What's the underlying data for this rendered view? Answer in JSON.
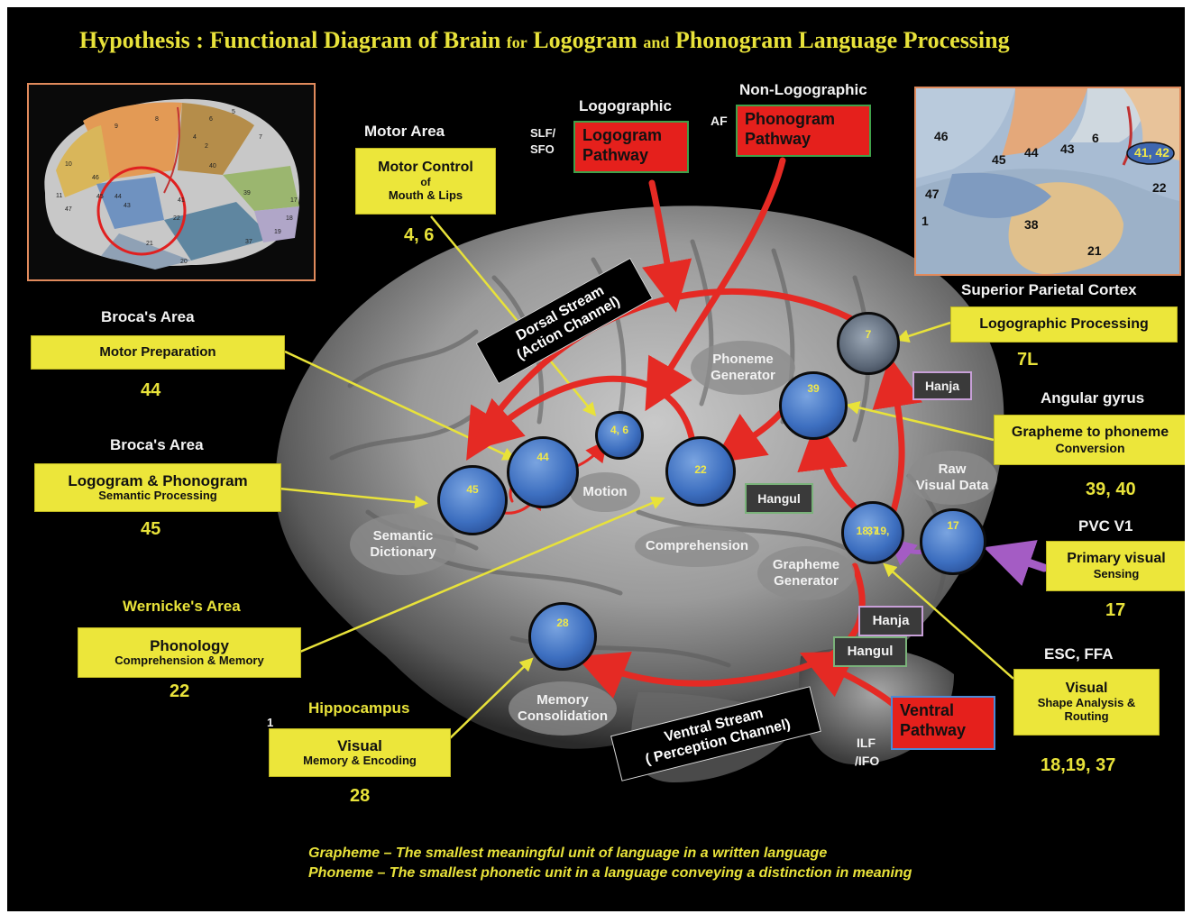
{
  "title": {
    "part1": "Hypothesis : Functional Diagram of Brain",
    "part2": "for",
    "part3": "Logogram",
    "part4": "and",
    "part5": "Phonogram Language Processing"
  },
  "colors": {
    "yellow": "#e8e23a",
    "red_arrow": "#e52a24",
    "purple_arrow": "#a45cc4",
    "node_blue": "#3d6fc0"
  },
  "inset_left": {
    "region_labels": [
      "9",
      "8",
      "4",
      "6",
      "10",
      "46",
      "45",
      "44",
      "43",
      "41",
      "40",
      "39",
      "22",
      "21",
      "20",
      "37",
      "19",
      "18",
      "17",
      "11",
      "47",
      "2",
      "5",
      "7"
    ]
  },
  "inset_right": {
    "labels": {
      "l46": "46",
      "l44": "44",
      "l43": "43",
      "l6": "6",
      "l45": "45",
      "l4142": "41, 42",
      "l47": "47",
      "l1": "1",
      "l22": "22",
      "l38": "38",
      "l21": "21"
    }
  },
  "labels": {
    "motor_area": "Motor Area",
    "slf": "SLF/",
    "sfo": "SFO",
    "logographic": "Logographic",
    "af": "AF",
    "non_logographic": "Non-Logographic",
    "superior_parietal": "Superior Parietal Cortex",
    "brocas_area": "Broca's Area",
    "brocas_area2": "Broca's Area",
    "wernickes_area": "Wernicke's Area",
    "hippocampus": "Hippocampus",
    "angular_gyrus": "Angular gyrus",
    "pvc_v1": "PVC   V1",
    "esc_ffa": "ESC, FFA",
    "ilf": "ILF",
    "ifo": "/IFO",
    "stray_1": "1"
  },
  "numbers": {
    "n46": "4, 6",
    "n44": "44",
    "n45": "45",
    "n22": "22",
    "n28": "28",
    "n7l": "7L",
    "n3940": "39, 40",
    "n17": "17",
    "n181937": "18,19, 37"
  },
  "boxes": {
    "motor_control": {
      "l1": "Motor Control",
      "l2": "of",
      "l3": "Mouth & Lips"
    },
    "motor_prep": {
      "l1": "Motor Preparation"
    },
    "semantic": {
      "l1": "Logogram & Phonogram",
      "l2": "Semantic Processing"
    },
    "phonology": {
      "l1": "Phonology",
      "l2": "Comprehension & Memory"
    },
    "visual_memory": {
      "l1": "Visual",
      "l2": "Memory & Encoding"
    },
    "logographic_proc": {
      "l1": "Logographic Processing"
    },
    "g2p": {
      "l1": "Grapheme to phoneme",
      "l2": "Conversion"
    },
    "primary_visual": {
      "l1": "Primary visual",
      "l2": "Sensing"
    },
    "visual_shape": {
      "l1": "Visual",
      "l2": "Shape Analysis &",
      "l3": "Routing"
    }
  },
  "red_boxes": {
    "logogram": {
      "l1": "Logogram",
      "l2": "Pathway"
    },
    "phonogram": {
      "l1": "Phonogram",
      "l2": "Pathway"
    },
    "ventral": {
      "l1": "Ventral",
      "l2": "Pathway"
    }
  },
  "streams": {
    "dorsal": {
      "l1": "Dorsal Stream",
      "l2": "(Action Channel)"
    },
    "ventral": {
      "l1": "Ventral Stream",
      "l2": "( Perception Channel)"
    }
  },
  "tags": {
    "hanja1": "Hanja",
    "hangul1": "Hangul",
    "hanja2": "Hanja",
    "hangul2": "Hangul"
  },
  "nodes": {
    "c45": "45",
    "c44": "44",
    "c46": "4, 6",
    "c22": "22",
    "c28": "28",
    "c7": "7",
    "c39": "39",
    "c18": "18, 19,",
    "c18b": "37",
    "c17": "17"
  },
  "bubbles": {
    "semantic_dict": {
      "l1": "Semantic",
      "l2": "Dictionary"
    },
    "motion": {
      "l1": "Motion"
    },
    "comprehension": {
      "l1": "Comprehension"
    },
    "phoneme_gen": {
      "l1": "Phoneme",
      "l2": "Generator"
    },
    "raw_visual": {
      "l1": "Raw",
      "l2": "Visual Data"
    },
    "grapheme_gen": {
      "l1": "Grapheme",
      "l2": "Generator"
    },
    "memory_cons": {
      "l1": "Memory",
      "l2": "Consolidation"
    }
  },
  "footnotes": {
    "grapheme": "Grapheme – The smallest meaningful unit of language in a written language",
    "phoneme": "Phoneme – The smallest phonetic unit in a language conveying a distinction in meaning"
  }
}
